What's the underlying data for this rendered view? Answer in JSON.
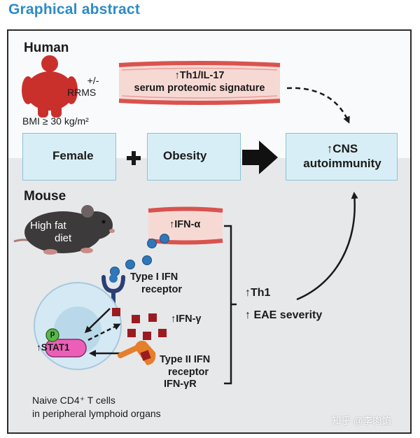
{
  "heading": "Graphical abstract",
  "human": {
    "section": "Human",
    "rrms_line1": "+/-",
    "rrms_line2": "RRMS",
    "bmi": "BMI ≥ 30 kg/m²",
    "signature_line1": "↑Th1/IL-17",
    "signature_line2": "serum proteomic signature"
  },
  "factors": {
    "female": "Female",
    "plus": "+",
    "obesity": "Obesity",
    "outcome_line1": "↑CNS",
    "outcome_line2": "autoimmunity"
  },
  "mouse": {
    "section": "Mouse",
    "diet_line1": "High fat",
    "diet_line2": "diet",
    "ifn_alpha": "↑IFN-α",
    "type1_line1": "Type I IFN",
    "type1_line2": "receptor",
    "ifn_gamma": "↑IFN-γ",
    "p_badge": "p",
    "stat1": "↑STAT1",
    "type2_line1": "Type II IFN",
    "type2_line2": "receptor",
    "type2_line3": "IFN-γR",
    "th1": "↑Th1",
    "eae": "↑ EAE severity",
    "cells_line1": "Naive CD4⁺ T cells",
    "cells_line2": "in peripheral lymphoid organs"
  },
  "watermark": "知乎 @李肉馅",
  "colors": {
    "heading": "#2e8bc7",
    "vessel_wall": "#d9534f",
    "vessel_inner": "#f7d9d4",
    "box_fill": "#d8eef6",
    "female_symbol": "#b1306f",
    "stat1_fill": "#ec5fb8",
    "p_badge": "#5ab84b",
    "cytokine": "#9b1c20",
    "ifn_alpha_dot": "#2f77b8",
    "receptor1": "#2a3f73",
    "receptor2": "#e57f2b",
    "body_silhouette": "#c9302c"
  }
}
